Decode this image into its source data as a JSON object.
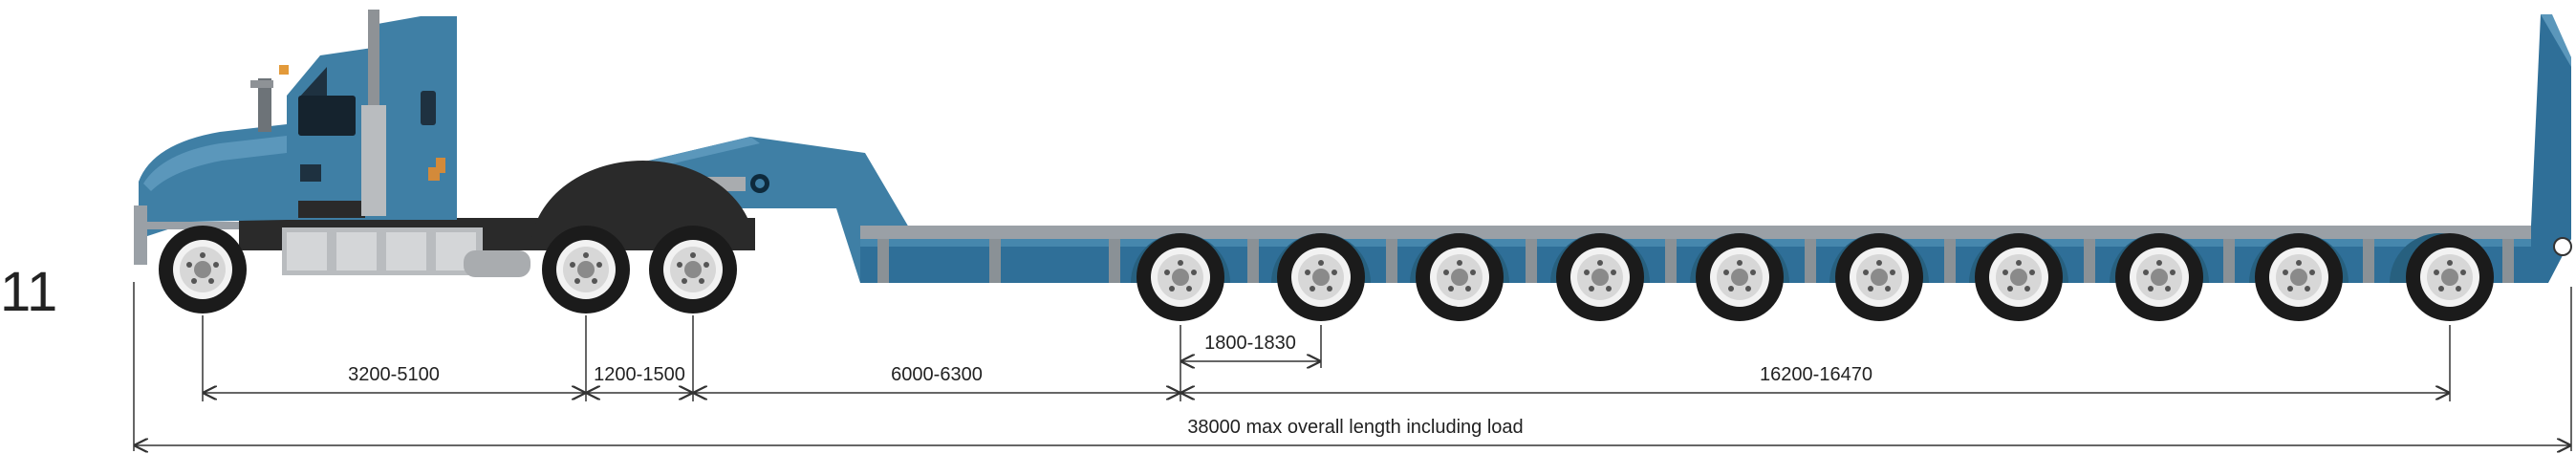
{
  "diagram": {
    "configuration_number": "11",
    "dimensions": {
      "steer_to_drive": "3200-5100",
      "drive_spacing": "1200-1500",
      "drive_to_trailer": "6000-6300",
      "trailer_axle_spacing": "1800-1830",
      "trailer_group": "16200-16470",
      "overall": "38000 max overall length including load"
    }
  },
  "colors": {
    "body_blue": "#3f7fa5",
    "deck_blue": "#2f6f98",
    "grey": "#9aa0a6",
    "tire": "#1b1b1b"
  }
}
